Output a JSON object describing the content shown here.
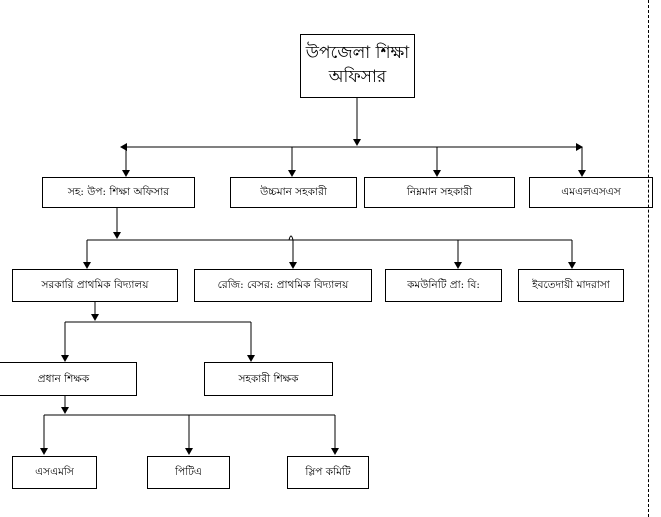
{
  "chart_data": {
    "type": "org-chart",
    "nodes": {
      "upazila_officer": {
        "line1": "উপজেলা শিক্ষা",
        "line2": "অফিসার"
      },
      "asst_officer": "সহ: উপ: শিক্ষা অফিসার",
      "upper_assistant": "উচ্চমান সহকারী",
      "lower_assistant": "নিম্নমান সহকারী",
      "mlss": "এমএলএসএস",
      "govt_primary": "সরকারি প্রাথমিক বিদ্যালয়",
      "regd_private": "রেজি: বেসর: প্রাথমিক বিদ্যালয়",
      "community": "কমউনিটি প্রা: বি:",
      "ebtedayee": "ইবতেদায়ী মাদরাসা",
      "head_teacher": "প্রধান শিক্ষক",
      "asst_teacher": "সহকারী শিক্ষক",
      "smc": "এসএমসি",
      "pta": "পিটিএ",
      "slip_committee": "স্লিপ কমিটি"
    },
    "edges": [
      [
        "upazila_officer",
        "asst_officer"
      ],
      [
        "upazila_officer",
        "upper_assistant"
      ],
      [
        "upazila_officer",
        "lower_assistant"
      ],
      [
        "upazila_officer",
        "mlss"
      ],
      [
        "asst_officer",
        "govt_primary"
      ],
      [
        "asst_officer",
        "regd_private"
      ],
      [
        "asst_officer",
        "community"
      ],
      [
        "asst_officer",
        "ebtedayee"
      ],
      [
        "govt_primary",
        "head_teacher"
      ],
      [
        "govt_primary",
        "asst_teacher"
      ],
      [
        "head_teacher",
        "smc"
      ],
      [
        "head_teacher",
        "pta"
      ],
      [
        "head_teacher",
        "slip_committee"
      ]
    ]
  }
}
